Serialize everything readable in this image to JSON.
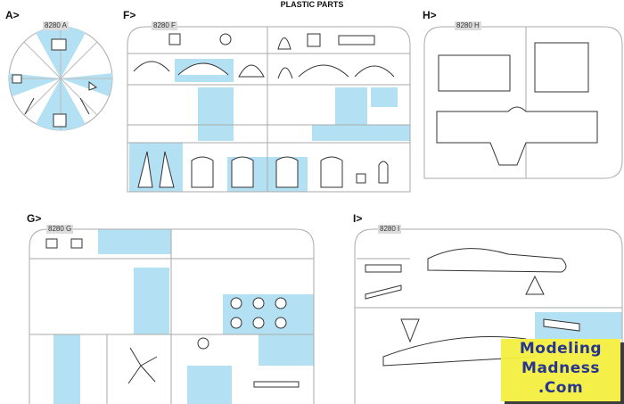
{
  "header": {
    "title": "PLASTIC PARTS"
  },
  "sprues": [
    {
      "panel": "A>",
      "code": "8280 A"
    },
    {
      "panel": "F>",
      "code": "8280 F"
    },
    {
      "panel": "H>",
      "code": "8280 H"
    },
    {
      "panel": "G>",
      "code": "8280 G"
    },
    {
      "panel": "I>",
      "code": "8280 I"
    }
  ],
  "watermark": {
    "line1": "Modeling",
    "line2": "Madness",
    "line3": ".Com"
  },
  "colors": {
    "highlight": "#b3e1f3",
    "frame": "#a9a9a9",
    "part": "#333333"
  }
}
